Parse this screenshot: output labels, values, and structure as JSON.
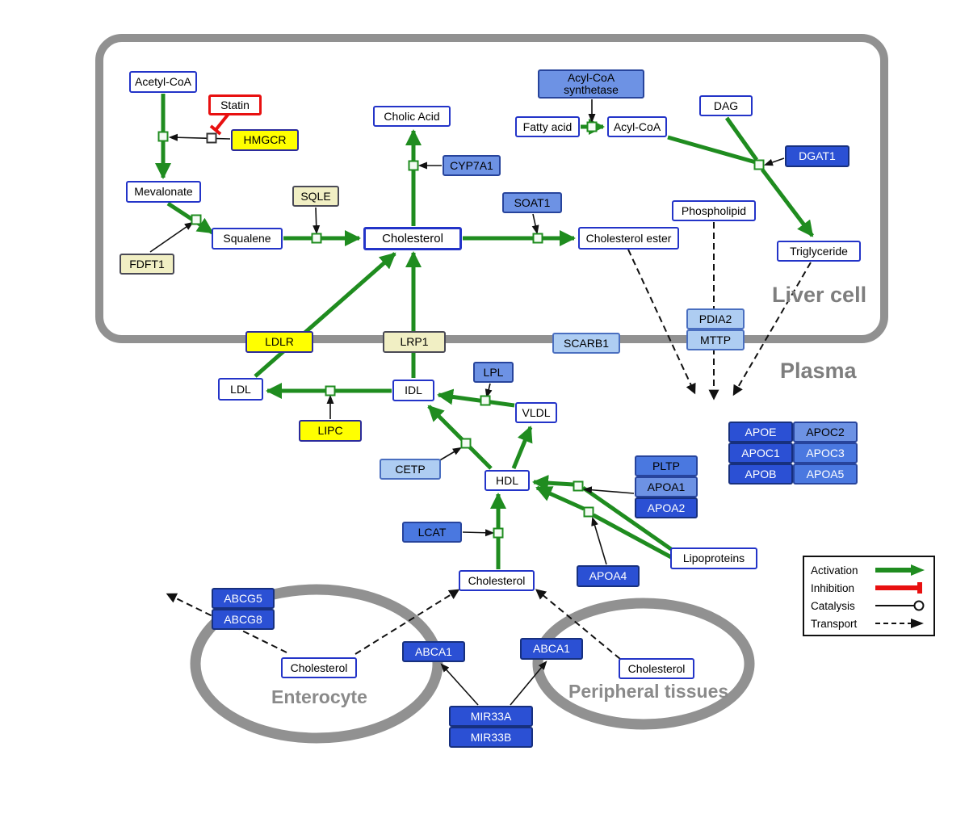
{
  "regions": {
    "liver": "Liver cell",
    "plasma": "Plasma",
    "enterocyte": "Enterocyte",
    "peripheral": "Peripheral tissues"
  },
  "legend": {
    "activation": "Activation",
    "inhibition": "Inhibition",
    "catalysis": "Catalysis",
    "transport": "Transport"
  },
  "colors": {
    "activation_green": "#1f8c1f",
    "inhibition_red": "#e81010",
    "catalysis_black": "#111111",
    "membrane_gray": "#919191",
    "metabolite_border_blue": "#2334c8",
    "enzyme_yellow": "#ffff00",
    "enzyme_khaki": "#f1efc4",
    "protein_dark_blue": "#2b50d4",
    "protein_medium_blue": "#6d92e4",
    "protein_pale_blue": "#aecdf2"
  },
  "nodes": {
    "acetyl_coa": {
      "label": "Acetyl-CoA"
    },
    "statin": {
      "label": "Statin"
    },
    "hmgcr": {
      "label": "HMGCR"
    },
    "mevalonate": {
      "label": "Mevalonate"
    },
    "fdft1": {
      "label": "FDFT1"
    },
    "squalene": {
      "label": "Squalene"
    },
    "sqle": {
      "label": "SQLE"
    },
    "cholesterol_liver": {
      "label": "Cholesterol"
    },
    "cholic_acid": {
      "label": "Cholic Acid"
    },
    "cyp7a1": {
      "label": "CYP7A1"
    },
    "soat1": {
      "label": "SOAT1"
    },
    "cholesterol_ester": {
      "label": "Cholesterol ester"
    },
    "acyl_coa_synthetase": {
      "label": "Acyl-CoA synthetase"
    },
    "fatty_acid": {
      "label": "Fatty acid"
    },
    "acyl_coa": {
      "label": "Acyl-CoA"
    },
    "dag": {
      "label": "DAG"
    },
    "dgat1": {
      "label": "DGAT1"
    },
    "phospholipid": {
      "label": "Phospholipid"
    },
    "triglyceride": {
      "label": "Triglyceride"
    },
    "pdia2": {
      "label": "PDIA2"
    },
    "mttp": {
      "label": "MTTP"
    },
    "ldlr": {
      "label": "LDLR"
    },
    "lrp1": {
      "label": "LRP1"
    },
    "scarb1": {
      "label": "SCARB1"
    },
    "ldl": {
      "label": "LDL"
    },
    "idl": {
      "label": "IDL"
    },
    "lpl": {
      "label": "LPL"
    },
    "vldl": {
      "label": "VLDL"
    },
    "lipc": {
      "label": "LIPC"
    },
    "cetp": {
      "label": "CETP"
    },
    "hdl": {
      "label": "HDL"
    },
    "pltp": {
      "label": "PLTP"
    },
    "apoa1": {
      "label": "APOA1"
    },
    "apoa2": {
      "label": "APOA2"
    },
    "apoe": {
      "label": "APOE"
    },
    "apoc2": {
      "label": "APOC2"
    },
    "apoc1": {
      "label": "APOC1"
    },
    "apoc3": {
      "label": "APOC3"
    },
    "apob": {
      "label": "APOB"
    },
    "apoa5": {
      "label": "APOA5"
    },
    "lcat": {
      "label": "LCAT"
    },
    "apoa4": {
      "label": "APOA4"
    },
    "lipoproteins": {
      "label": "Lipoproteins"
    },
    "cholesterol_plasma": {
      "label": "Cholesterol"
    },
    "abcg5": {
      "label": "ABCG5"
    },
    "abcg8": {
      "label": "ABCG8"
    },
    "cholesterol_enterocyte": {
      "label": "Cholesterol"
    },
    "abca1_enterocyte": {
      "label": "ABCA1"
    },
    "abca1_peripheral": {
      "label": "ABCA1"
    },
    "cholesterol_peripheral": {
      "label": "Cholesterol"
    },
    "mir33a": {
      "label": "MIR33A"
    },
    "mir33b": {
      "label": "MIR33B"
    }
  }
}
